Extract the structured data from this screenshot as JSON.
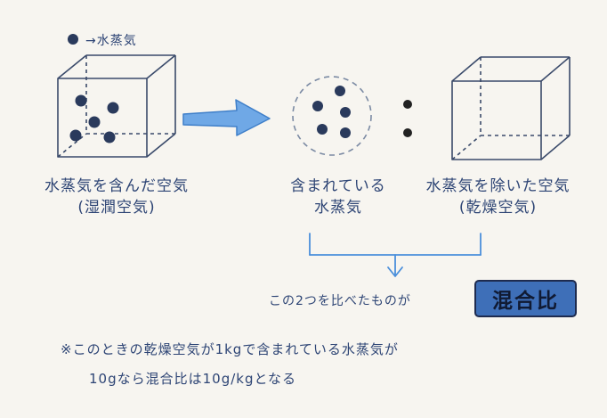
{
  "legend": {
    "text": "→水蒸気"
  },
  "labels": {
    "left_line1": "水蒸気を含んだ空気",
    "left_line2": "(湿潤空気)",
    "middle_line1": "含まれている",
    "middle_line2": "水蒸気",
    "right_line1": "水蒸気を除いた空気",
    "right_line2": "(乾燥空気)"
  },
  "conclusion": {
    "text": "この2つを比べたものが",
    "badge": "混合比"
  },
  "note": {
    "line1": "※このときの乾燥空気が1kgで含まれている水蒸気が",
    "line2": "10gなら混合比は10g/kgとなる"
  },
  "colors": {
    "ink": "#2d3f66",
    "arrow": "#5b9be0",
    "badge_fill": "#3e6fb8",
    "background": "#f7f5f0"
  }
}
